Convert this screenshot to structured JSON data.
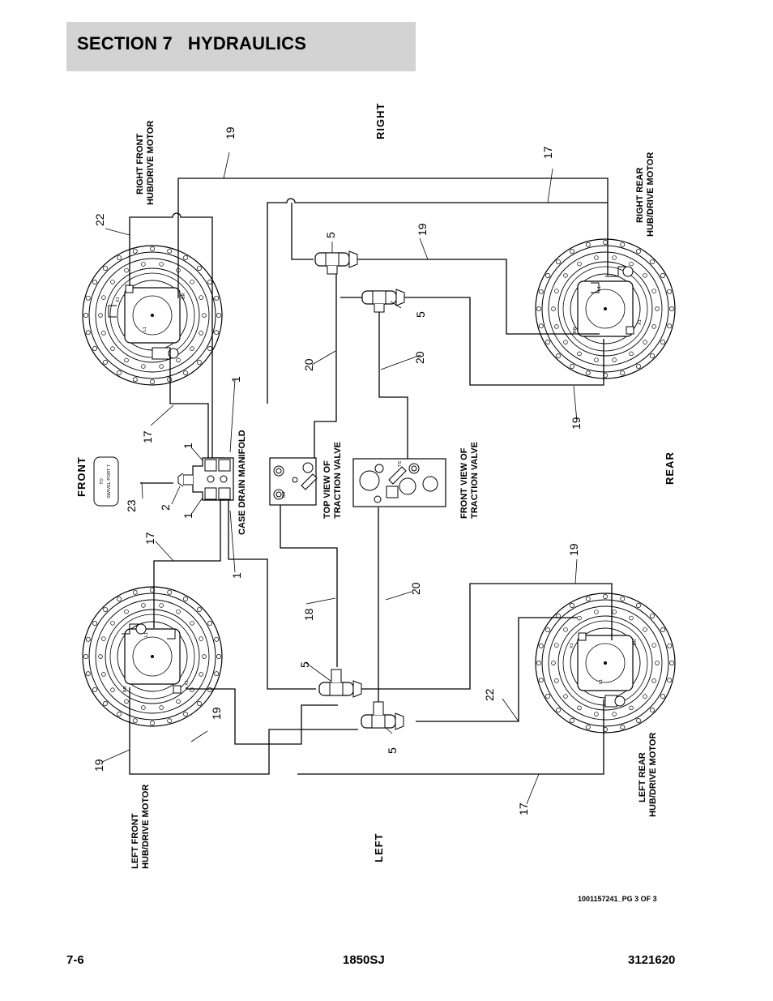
{
  "header": {
    "title": "SECTION 7   HYDRAULICS"
  },
  "footer": {
    "left": "7-6",
    "center": "1850SJ",
    "right": "3121620"
  },
  "diagram": {
    "doc_number": "1001157241_PG 3 OF 3",
    "directions": {
      "front": "FRONT",
      "rear": "REAR",
      "right": "RIGHT",
      "left": "LEFT"
    },
    "components": {
      "rf_motor": [
        "RIGHT FRONT",
        "HUB/DRIVE MOTOR"
      ],
      "rr_motor": [
        "RIGHT REAR",
        "HUB/DRIVE MOTOR"
      ],
      "lf_motor": [
        "LEFT FRONT",
        "HUB/DRIVE MOTOR"
      ],
      "lr_motor": [
        "LEFT REAR",
        "HUB/DRIVE MOTOR"
      ],
      "manifold": "CASE DRAIN MANIFOLD",
      "valve_top": [
        "TOP VIEW OF",
        "TRACTION VALVE"
      ],
      "valve_front": [
        "FRONT VIEW OF",
        "TRACTION VALVE"
      ],
      "swivel": [
        "TO",
        "SWIVEL PORT 7"
      ]
    },
    "port_labels": {
      "x1": "X1",
      "l1": "L1",
      "br": "BR",
      "ts": "TS"
    },
    "callouts": {
      "c19a": "19",
      "c22a": "22",
      "c17a": "17",
      "c5a": "5",
      "c19b": "19",
      "c5b": "5",
      "c20a": "20",
      "c20b": "20",
      "c1a": "1",
      "c17b": "17",
      "c19c": "19",
      "c1b": "1",
      "c2": "2",
      "c23": "23",
      "c1c": "1",
      "c17c": "17",
      "c1d": "1",
      "c19d": "19",
      "c20c": "20",
      "c18": "18",
      "c5c": "5",
      "c19e": "19",
      "c19f": "19",
      "c22b": "22",
      "c5d": "5",
      "c17d": "17"
    }
  }
}
